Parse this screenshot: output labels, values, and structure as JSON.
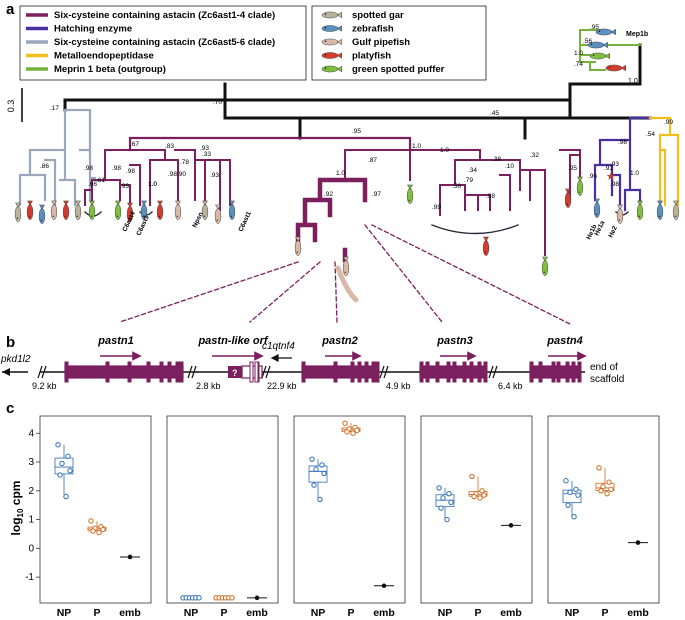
{
  "panel_a": {
    "label": "a",
    "legend_clades": [
      {
        "text": "Six-cysteine containing astacin (Zc6ast1-4 clade)",
        "color": "#7b1f5e"
      },
      {
        "text": "Hatching enzyme",
        "color": "#4a2fa0"
      },
      {
        "text": "Six-cysteine containing astacin (Zc6ast5-6 clade)",
        "color": "#9aa6bd"
      },
      {
        "text": "Metalloendopeptidase",
        "color": "#f0be1e"
      },
      {
        "text": "Meprin 1 beta (outgroup)",
        "color": "#74b23a"
      }
    ],
    "legend_species": [
      "spotted gar",
      "zebrafish",
      "Gulf pipefish",
      "platyfish",
      "green spotted puffer"
    ],
    "scale_bar": "0.3",
    "outgroup_label": "Mep1b",
    "outgroup_support": [
      ".95",
      ".56",
      "1.0",
      ".74"
    ],
    "root_support": "1.0",
    "node_support": [
      ".70",
      ".17",
      ".45",
      ".95",
      ".54",
      ".99",
      "1.0",
      ".83",
      ".67",
      ".93",
      ".98",
      ".66",
      ".98",
      "1.0",
      ".86",
      ".98",
      ".61",
      ".93",
      "1.0",
      ".98",
      ".78",
      ".90",
      ".33",
      ".93",
      ".87",
      "1.0",
      ".92",
      "1.0",
      ".97",
      ".38",
      ".32",
      ".10",
      ".34",
      ".79",
      ".56",
      ".98",
      ".99",
      ".95",
      ".98",
      ".93",
      ".96",
      ".98",
      ".91",
      "1.0"
    ],
    "gene_labels": [
      "C6ast4",
      "C6ast3",
      "Npsn",
      "C6ast1",
      "He1a",
      "He1b",
      "He2"
    ]
  },
  "panel_b": {
    "label": "b",
    "left_gene": "pkd1l2",
    "genes": [
      "pastn1",
      "pastn-like orf",
      "pastn2",
      "pastn3",
      "pastn4"
    ],
    "inner_gene": "c1qtnf4",
    "unknown_mark": "?",
    "gaps": [
      "9.2 kb",
      "2.8 kb",
      "22.9 kb",
      "4.9 kb",
      "6.4 kb"
    ],
    "end_label_1": "end of",
    "end_label_2": "scaffold"
  },
  "panel_c": {
    "label": "c",
    "ylabel": "log10 cpm",
    "colors": {
      "NP": "#2f6db5",
      "P": "#d2691e",
      "emb": "#111111"
    },
    "chart_data": {
      "type": "scatter",
      "ylabel": "log10 cpm",
      "ylim": [
        -1.9,
        4.6
      ],
      "yticks": [
        -1,
        0,
        1,
        2,
        3,
        4
      ],
      "categories": [
        "NP",
        "P",
        "emb"
      ],
      "panels": [
        {
          "NP": [
            3.6,
            3.2,
            2.95,
            2.7,
            2.55,
            1.8
          ],
          "P": [
            0.95,
            0.75,
            0.7,
            0.65,
            0.6,
            0.55
          ],
          "emb": [
            -0.3
          ]
        },
        {
          "NP": [
            -1.72,
            -1.72,
            -1.72,
            -1.72,
            -1.72,
            -1.72
          ],
          "P": [
            -1.72,
            -1.72,
            -1.72,
            -1.72,
            -1.72,
            -1.72
          ],
          "emb": [
            -1.72
          ]
        },
        {
          "NP": [
            3.1,
            2.9,
            2.75,
            2.6,
            2.2,
            1.7
          ],
          "P": [
            4.35,
            4.2,
            4.15,
            4.1,
            4.05,
            4.0
          ],
          "emb": [
            -1.3
          ]
        },
        {
          "NP": [
            2.1,
            1.9,
            1.75,
            1.6,
            1.4,
            1.0
          ],
          "P": [
            2.5,
            2.0,
            1.9,
            1.85,
            1.8,
            1.75
          ],
          "emb": [
            0.8
          ]
        },
        {
          "NP": [
            2.35,
            2.05,
            1.95,
            1.85,
            1.5,
            1.1
          ],
          "P": [
            2.8,
            2.3,
            2.15,
            2.05,
            2.0,
            1.9
          ],
          "emb": [
            0.2
          ]
        }
      ]
    }
  }
}
